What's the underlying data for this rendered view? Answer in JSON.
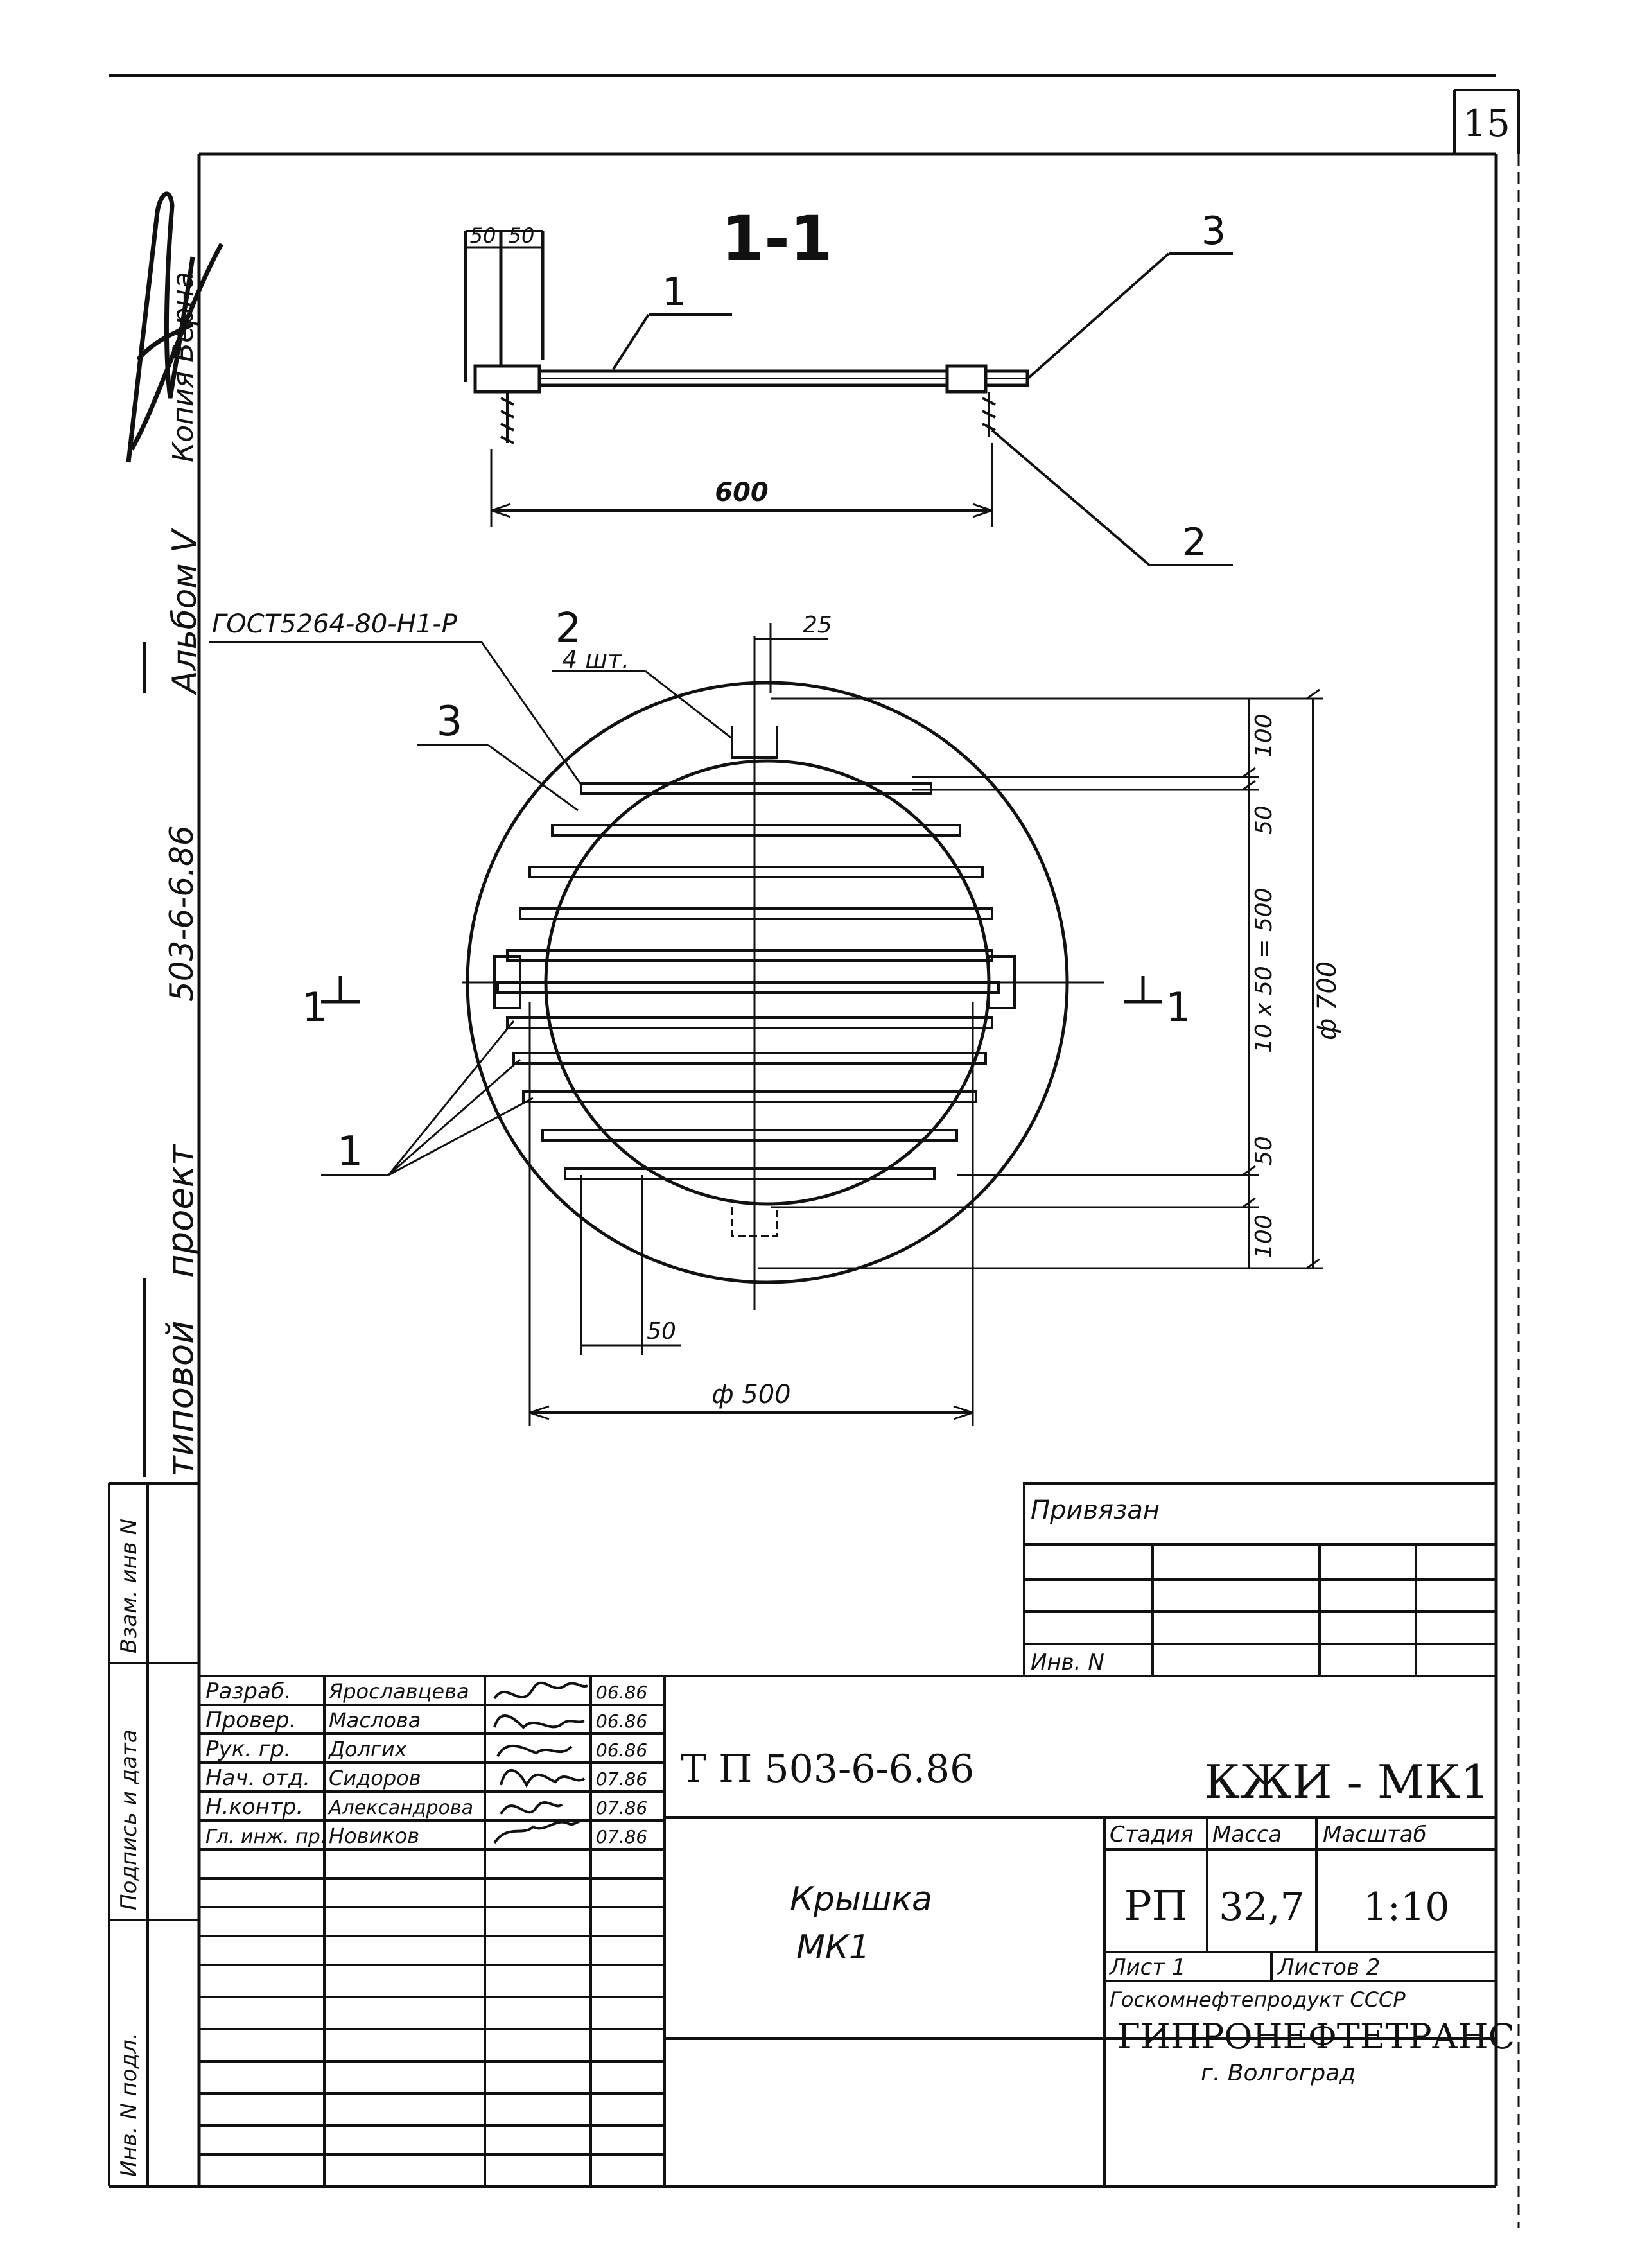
{
  "sheet_number": "15",
  "side_labels": {
    "copy_signature": "Копия",
    "copy_signature_full": "Копия  Верна",
    "album": "Альбом  V",
    "project_type": "типовой",
    "project_word": "проект",
    "project_code": "503-6-6.86",
    "left_strip": [
      "Инв. N подл.",
      "Подпись и дата",
      "Взам. инв N"
    ]
  },
  "section": {
    "title": "1-1",
    "dim_50a": "50",
    "dim_50b": "50",
    "dim_600": "600",
    "callout_1": "1",
    "callout_2": "2",
    "callout_3": "3"
  },
  "plan": {
    "gost_note": "ГОСТ5264-80-Н1-Р",
    "callout_2": "2",
    "callout_2_qty": "4 шт.",
    "callout_3": "3",
    "callout_1": "1",
    "dim_25": "25",
    "dim_100_top": "100",
    "dim_50_top": "50",
    "dim_middle": "10 x 50 = 500",
    "dim_50_bottom": "50",
    "dim_100_bottom": "100",
    "dia_700": "ф 700",
    "dia_500": "ф 500",
    "dim_50_left": "50",
    "cut_left": "1",
    "cut_right": "1"
  },
  "stamp": {
    "referenced_label": "Привязан",
    "inv_label": "Инв. N",
    "roles": [
      "Разраб.",
      "Провер.",
      "Рук. гр.",
      "Нач. отд.",
      "Н.контр.",
      "Гл. инж. пр."
    ],
    "names": [
      "Ярославцева",
      "Маслова",
      "Долгих",
      "Сидоров",
      "Александрова",
      "Новиков"
    ],
    "dates": [
      "06.86",
      "06.86",
      "06.86",
      "07.86",
      "07.86",
      "07.86"
    ],
    "doc_code": "Т П 503-6-6.86",
    "drawing_code": "КЖИ - МК1",
    "title_line1": "Крышка",
    "title_line2": "МК1",
    "stage_header": "Стадия",
    "mass_header": "Масса",
    "scale_header": "Масштаб",
    "stage": "РП",
    "mass": "32,7",
    "scale": "1:10",
    "sheet_label": "Лист 1",
    "sheets_label": "Листов 2",
    "org_line1": "Госкомнефтепродукт СССР",
    "org_line2": "ГИПРОНЕФТЕТРАНС",
    "org_line3": "г. Волгоград"
  }
}
